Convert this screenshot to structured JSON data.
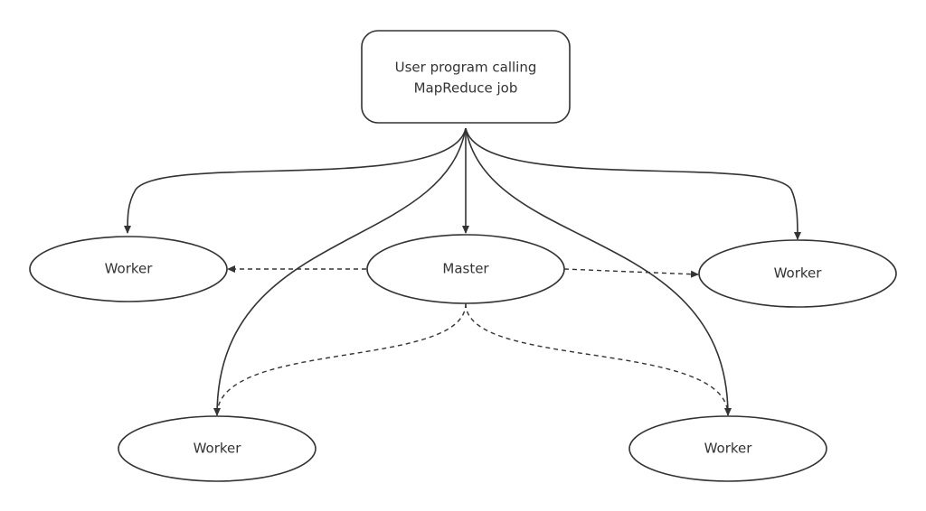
{
  "diagram": {
    "user_program": {
      "line1": "User program calling",
      "line2": "MapReduce job"
    },
    "master": {
      "label": "Master"
    },
    "workers": [
      {
        "label": "Worker"
      },
      {
        "label": "Worker"
      },
      {
        "label": "Worker"
      },
      {
        "label": "Worker"
      }
    ],
    "colors": {
      "stroke": "#333333",
      "background": "#ffffff",
      "text": "#333333"
    }
  }
}
